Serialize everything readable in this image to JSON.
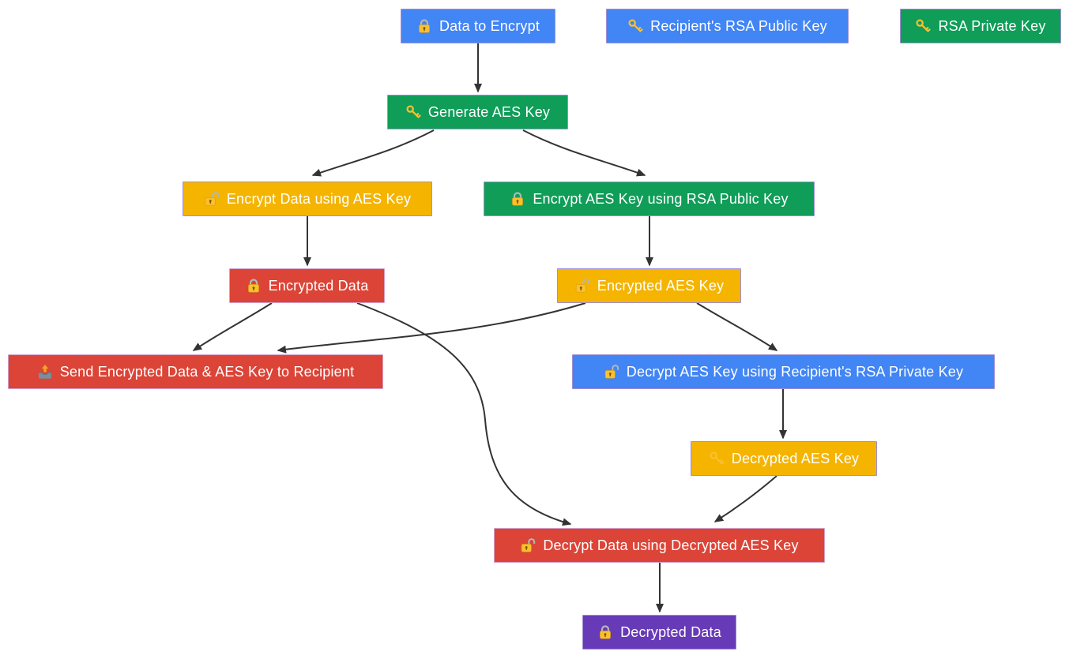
{
  "diagram": {
    "type": "flowchart",
    "background": "#ffffff",
    "edge_color": "#333333",
    "palette": {
      "blue": {
        "fill": "#4285F4",
        "border": "#9f8fd4",
        "text": "#ffffff"
      },
      "green": {
        "fill": "#0F9D58",
        "border": "#9f8fd4",
        "text": "#ffffff"
      },
      "orange": {
        "fill": "#F4B400",
        "border": "#9f8fd4",
        "text": "#ffffff"
      },
      "red": {
        "fill": "#DB4437",
        "border": "#d49fc4",
        "text": "#ffffff"
      },
      "purple": {
        "fill": "#673AB7",
        "border": "#9f8fd4",
        "text": "#ffffff"
      }
    },
    "nodes": {
      "data_to_encrypt": {
        "label": "Data to Encrypt",
        "icon": "locked-padlock",
        "color": "blue"
      },
      "recipient_rsa_public_key": {
        "label": "Recipient's RSA Public Key",
        "icon": "key",
        "color": "blue"
      },
      "rsa_private_key": {
        "label": "RSA Private Key",
        "icon": "key",
        "color": "green"
      },
      "generate_aes_key": {
        "label": "Generate AES Key",
        "icon": "key",
        "color": "green"
      },
      "encrypt_data_using_aes_key": {
        "label": "Encrypt Data using AES Key",
        "icon": "unlocked-padlock",
        "color": "orange"
      },
      "encrypt_aes_key_using_rsa_public_key": {
        "label": "Encrypt AES Key using RSA Public Key",
        "icon": "locked-padlock",
        "color": "green"
      },
      "encrypted_data": {
        "label": "Encrypted Data",
        "icon": "locked-padlock",
        "color": "red"
      },
      "encrypted_aes_key": {
        "label": "Encrypted AES Key",
        "icon": "unlocked-padlock",
        "color": "orange"
      },
      "send_to_recipient": {
        "label": "Send Encrypted Data & AES Key to Recipient",
        "icon": "outbox-tray",
        "color": "red"
      },
      "decrypt_aes_key": {
        "label": "Decrypt AES Key using Recipient's RSA Private Key",
        "icon": "unlocked-padlock",
        "color": "blue"
      },
      "decrypted_aes_key": {
        "label": "Decrypted AES Key",
        "icon": "key",
        "color": "orange"
      },
      "decrypt_data": {
        "label": "Decrypt Data using Decrypted AES Key",
        "icon": "unlocked-padlock",
        "color": "red"
      },
      "decrypted_data": {
        "label": "Decrypted Data",
        "icon": "locked-padlock",
        "color": "purple"
      }
    },
    "edges": [
      {
        "from": "data_to_encrypt",
        "to": "generate_aes_key"
      },
      {
        "from": "generate_aes_key",
        "to": "encrypt_data_using_aes_key"
      },
      {
        "from": "generate_aes_key",
        "to": "encrypt_aes_key_using_rsa_public_key"
      },
      {
        "from": "encrypt_data_using_aes_key",
        "to": "encrypted_data"
      },
      {
        "from": "encrypt_aes_key_using_rsa_public_key",
        "to": "encrypted_aes_key"
      },
      {
        "from": "encrypted_data",
        "to": "send_to_recipient"
      },
      {
        "from": "encrypted_aes_key",
        "to": "send_to_recipient"
      },
      {
        "from": "encrypted_aes_key",
        "to": "decrypt_aes_key"
      },
      {
        "from": "encrypted_data",
        "to": "decrypt_data"
      },
      {
        "from": "decrypt_aes_key",
        "to": "decrypted_aes_key"
      },
      {
        "from": "decrypted_aes_key",
        "to": "decrypt_data"
      },
      {
        "from": "decrypt_data",
        "to": "decrypted_data"
      }
    ]
  }
}
